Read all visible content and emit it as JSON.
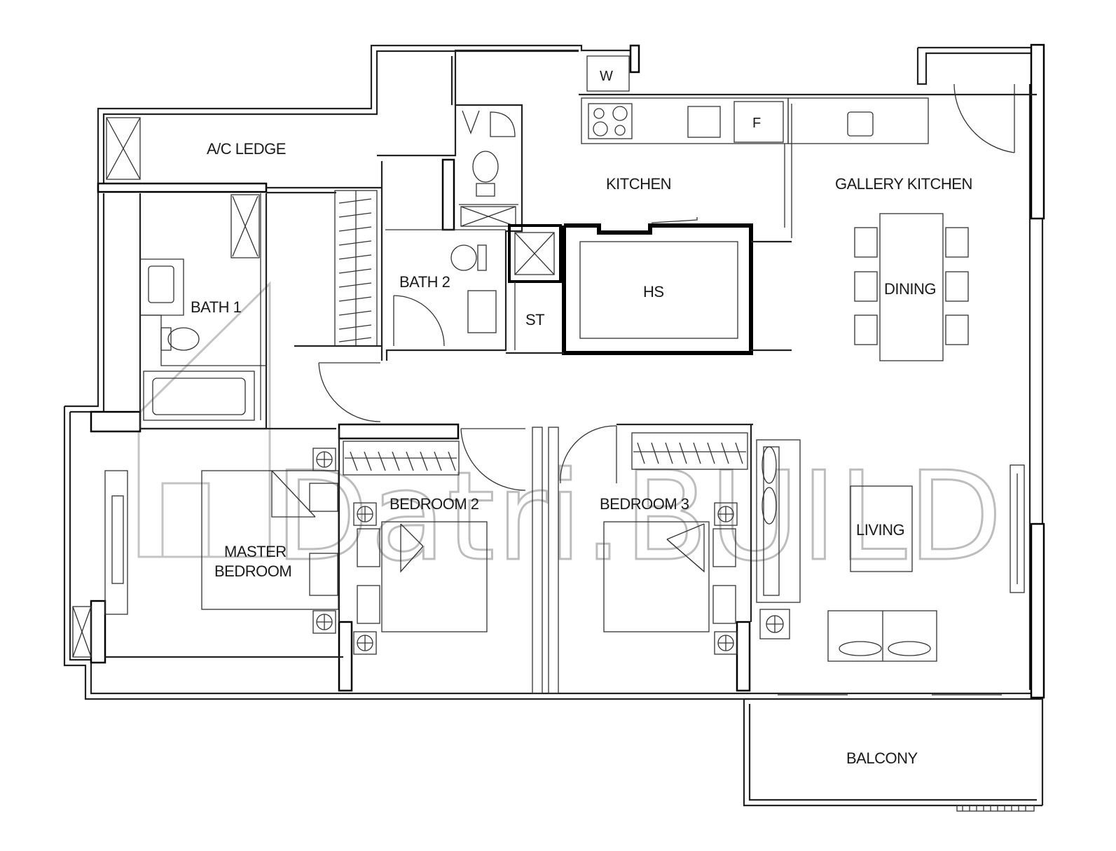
{
  "rooms": {
    "ac_ledge": "A/C LEDGE",
    "bath1": "BATH 1",
    "bath2": "BATH 2",
    "kitchen": "KITCHEN",
    "gallery_kitchen": "GALLERY KITCHEN",
    "dining": "DINING",
    "hs": "HS",
    "st": "ST",
    "master_line1": "MASTER",
    "master_line2": "BEDROOM",
    "bedroom2": "BEDROOM 2",
    "bedroom3": "BEDROOM 3",
    "living": "LIVING",
    "balcony": "BALCONY",
    "washer": "W",
    "fridge": "F"
  },
  "watermark": "Datri.BUILD",
  "colors": {
    "line": "#222222",
    "watermark": "#bdbdbd",
    "background": "#ffffff"
  }
}
